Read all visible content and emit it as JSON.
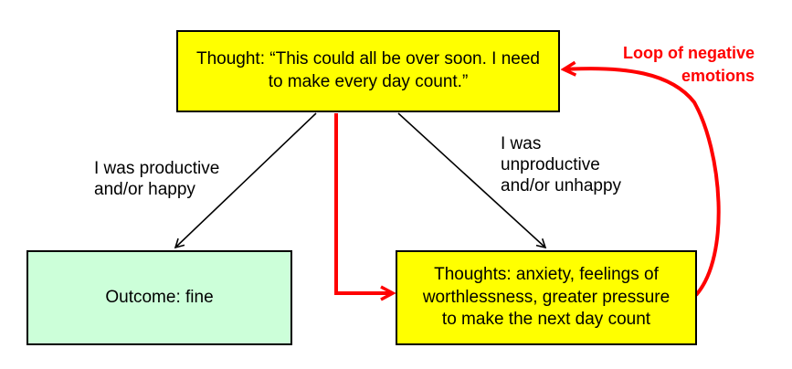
{
  "boxes": {
    "thought": {
      "lines": [
        "Thought: “This could all be over soon. I need",
        "to make every day count.”"
      ],
      "color": "#ffff00"
    },
    "outcome": {
      "lines": [
        "Outcome: fine"
      ],
      "color": "#ccffd9"
    },
    "consequences": {
      "lines": [
        "Thoughts: anxiety, feelings of",
        "worthlessness, greater pressure",
        "to make the next day count"
      ],
      "color": "#ffff00"
    }
  },
  "edge_labels": {
    "productive": [
      "I was productive",
      "and/or happy"
    ],
    "unproductive": [
      "I was",
      "unproductive",
      "and/or unhappy"
    ],
    "loop": [
      "Loop of negative",
      "emotions"
    ]
  },
  "colors": {
    "loop_arrow": "#ff0000",
    "branch_arrow": "#000000"
  }
}
